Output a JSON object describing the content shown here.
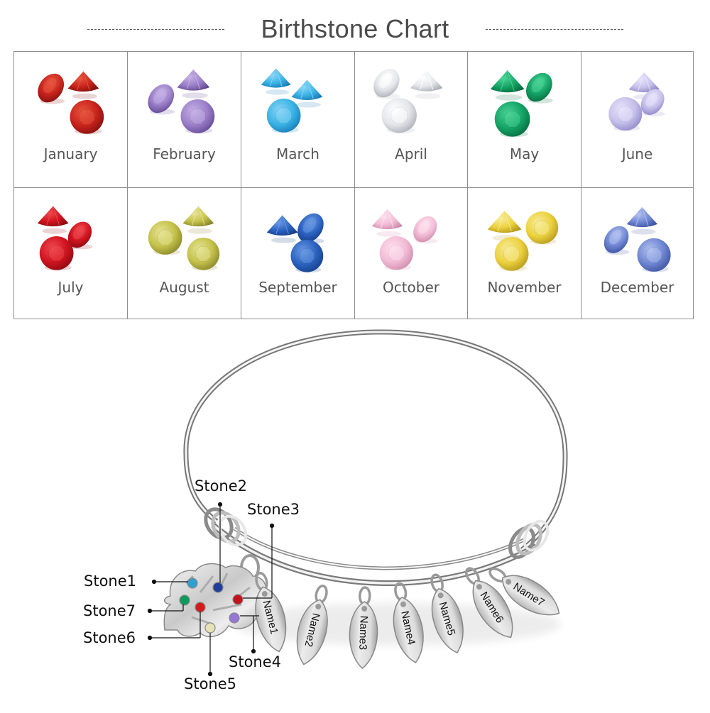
{
  "header": {
    "title": "Birthstone Chart"
  },
  "months": [
    {
      "name": "January",
      "color": "#c8231c",
      "light": "#e8563f",
      "dark": "#7e0f0c"
    },
    {
      "name": "February",
      "color": "#9b7fc8",
      "light": "#c6b2e6",
      "dark": "#5f4590"
    },
    {
      "name": "March",
      "color": "#3bb3e6",
      "light": "#8ad6f5",
      "dark": "#1478b3"
    },
    {
      "name": "April",
      "color": "#e4e6ea",
      "light": "#ffffff",
      "dark": "#a7abb3"
    },
    {
      "name": "May",
      "color": "#14a466",
      "light": "#4cd496",
      "dark": "#06683d"
    },
    {
      "name": "June",
      "color": "#c6c0ea",
      "light": "#e8e4fb",
      "dark": "#8b83c4"
    },
    {
      "name": "July",
      "color": "#d0141f",
      "light": "#ef4a4f",
      "dark": "#860910"
    },
    {
      "name": "August",
      "color": "#c5c24a",
      "light": "#e6e496",
      "dark": "#83812a"
    },
    {
      "name": "September",
      "color": "#2b62c0",
      "light": "#6a9ae3",
      "dark": "#143c85"
    },
    {
      "name": "October",
      "color": "#f2bcd6",
      "light": "#fde1ee",
      "dark": "#cc87a8"
    },
    {
      "name": "November",
      "color": "#ecd23e",
      "light": "#f8ec9a",
      "dark": "#b0931a"
    },
    {
      "name": "December",
      "color": "#6f86d2",
      "light": "#b3c2f0",
      "dark": "#3a4f9e"
    }
  ],
  "pendant": {
    "stone_labels": {
      "stone1": "Stone1",
      "stone2": "Stone2",
      "stone3": "Stone3",
      "stone4": "Stone4",
      "stone5": "Stone5",
      "stone6": "Stone6",
      "stone7": "Stone7"
    },
    "stone_colors": {
      "stone1": "#2f9fd2",
      "stone2": "#1f3f9a",
      "stone3": "#c4121c",
      "stone4": "#9676d8",
      "stone5": "#e5e2b5",
      "stone6": "#d51a1a",
      "stone7": "#0c9a5c"
    }
  },
  "charms": [
    {
      "label": "Name1"
    },
    {
      "label": "Name2"
    },
    {
      "label": "Name3"
    },
    {
      "label": "Name4"
    },
    {
      "label": "Name5"
    },
    {
      "label": "Name6"
    },
    {
      "label": "Name7"
    }
  ]
}
